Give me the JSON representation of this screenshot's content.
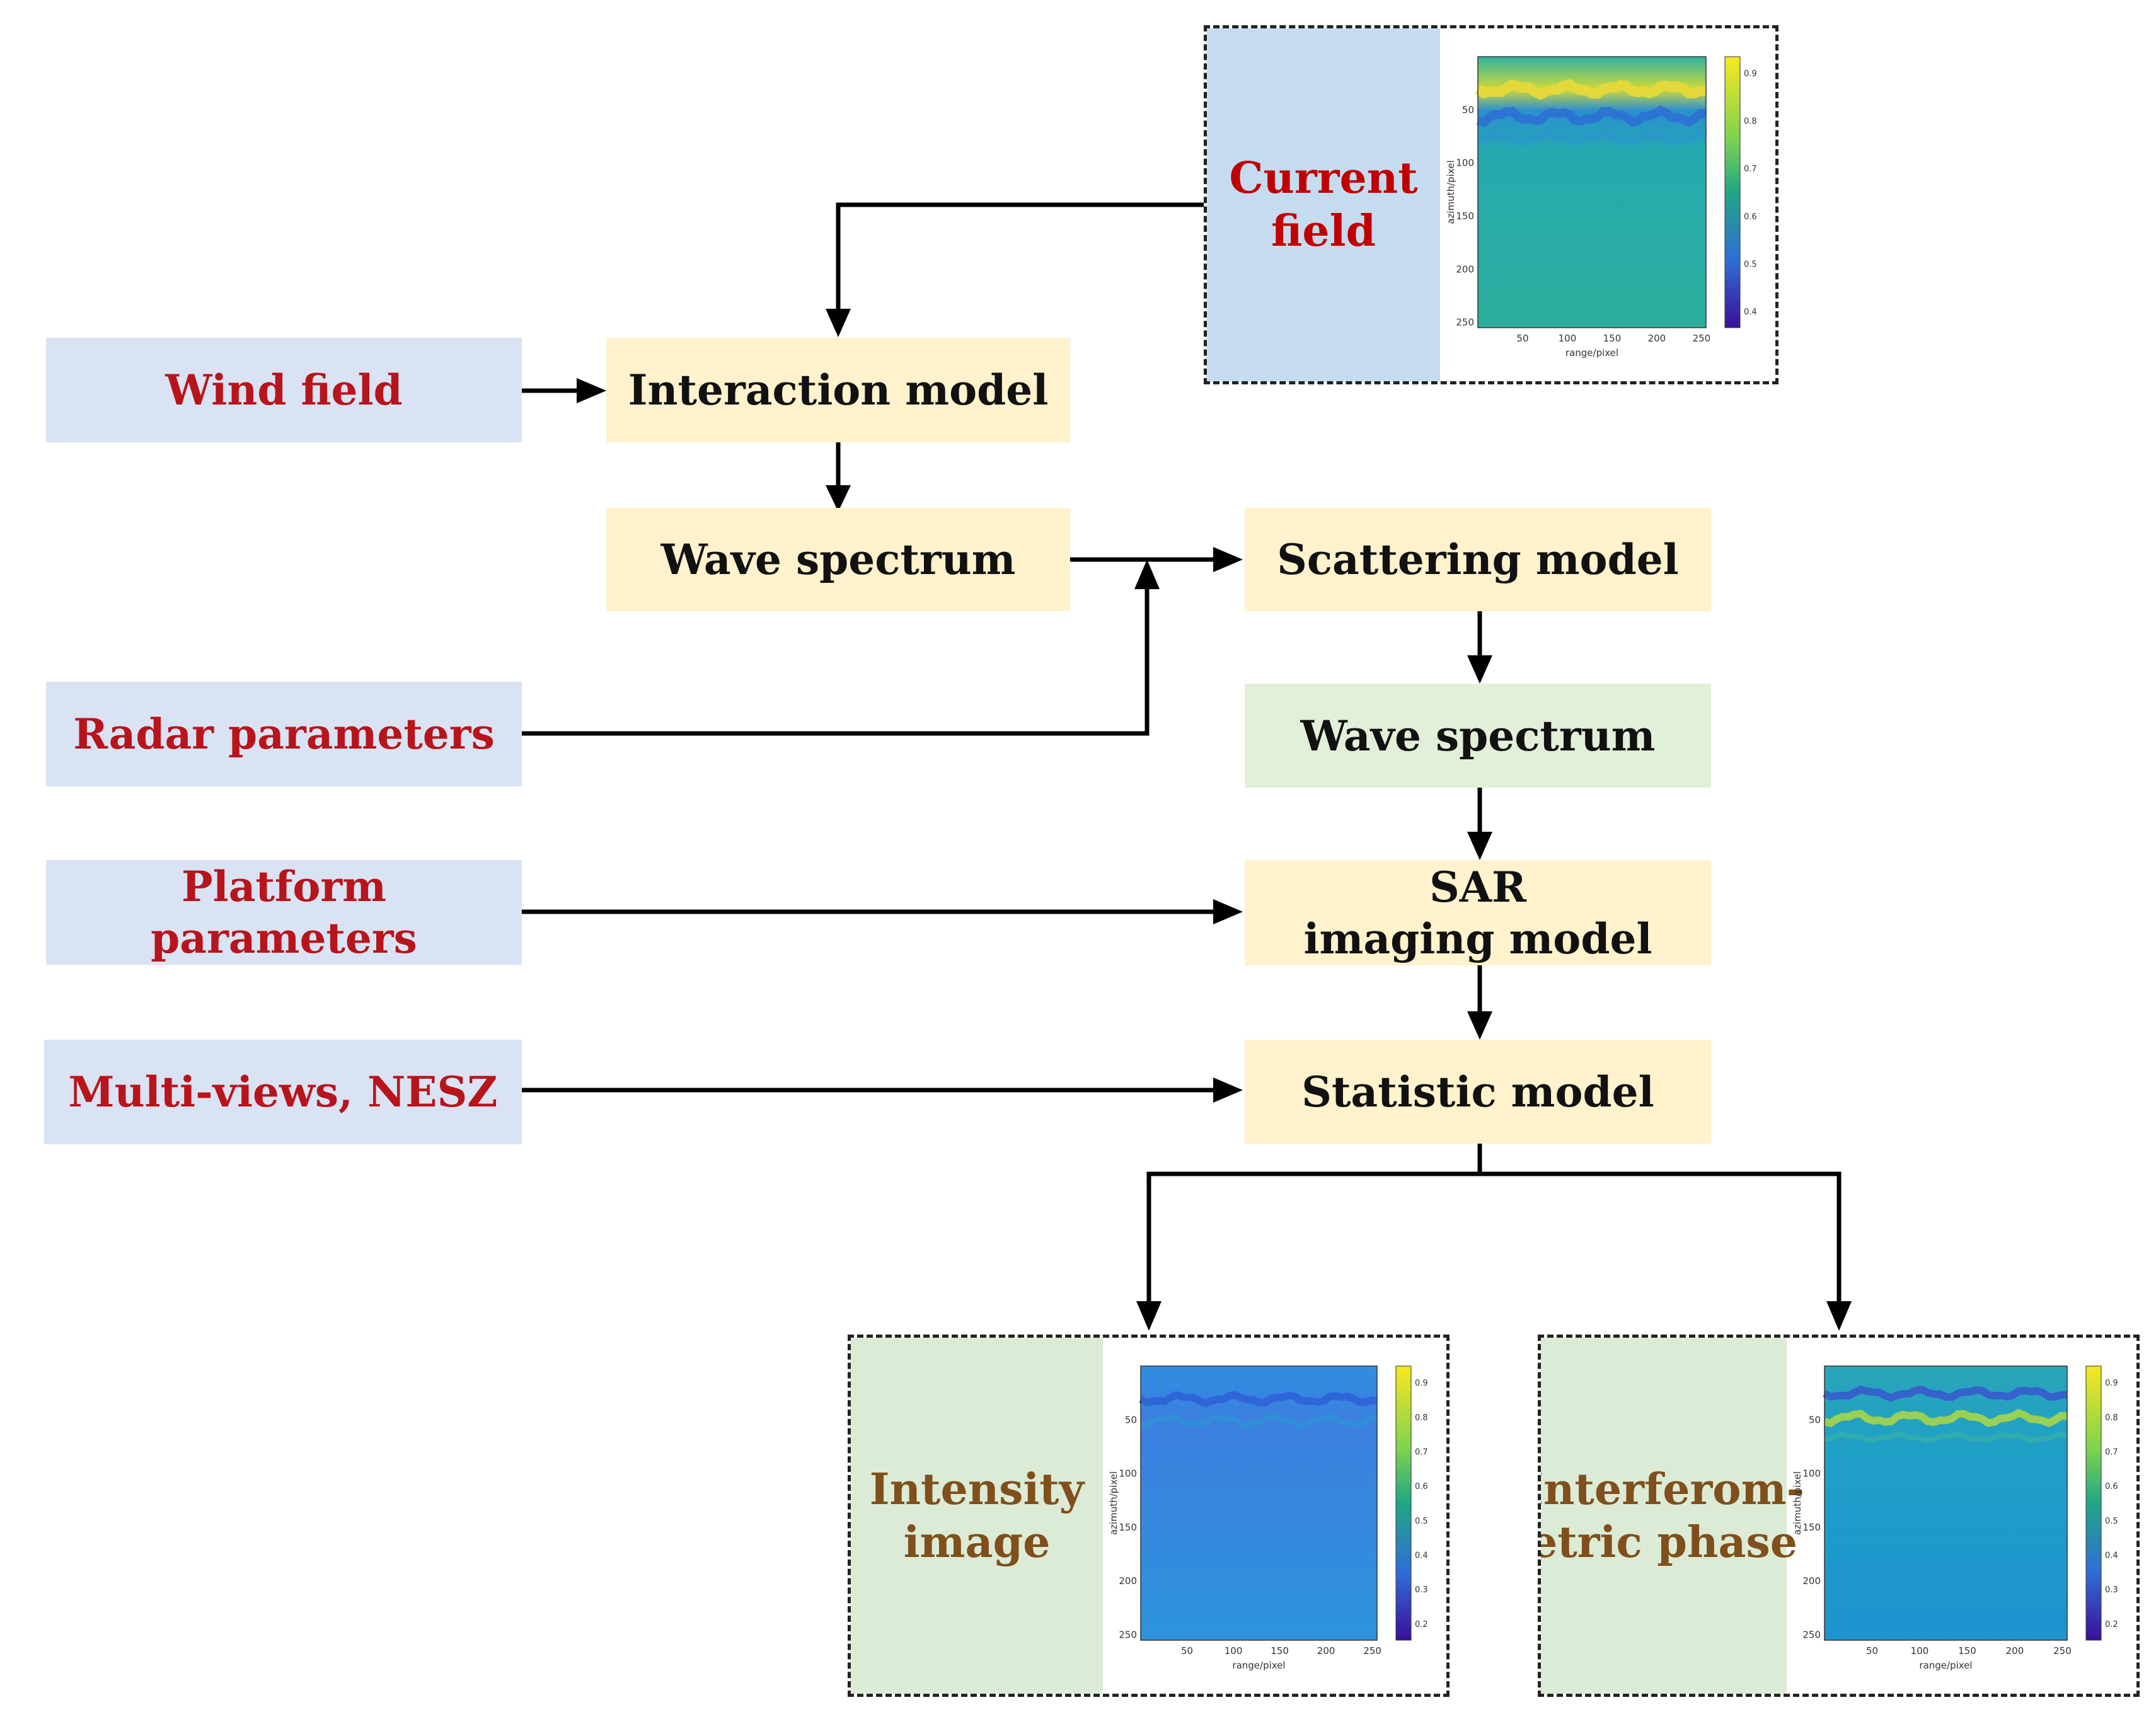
{
  "inputs": {
    "wind_field": "Wind field",
    "radar_parameters": "Radar parameters",
    "platform_parameters": "Platform parameters",
    "multi_views": "Multi-views, NESZ"
  },
  "models": {
    "interaction": "Interaction model",
    "wave_spectrum_1": "Wave spectrum",
    "scattering": "Scattering model",
    "wave_spectrum_2": "Wave spectrum",
    "sar_line1": "SAR",
    "sar_line2": "imaging model",
    "statistic": "Statistic model"
  },
  "panels": {
    "current": {
      "line1": "Current",
      "line2": "field",
      "color": "#c00000"
    },
    "intensity": {
      "line1": "Intensity",
      "line2": "image",
      "color": "#7f4f1c"
    },
    "phase": {
      "line1": "Interferom-",
      "line2": "etric phase",
      "color": "#7f4f1c"
    }
  },
  "plot_axes": {
    "xlabel": "range/pixel",
    "ylabel": "azimuth/pixel",
    "xticks": [
      "50",
      "100",
      "150",
      "200",
      "250"
    ],
    "yticks": [
      "50",
      "100",
      "150",
      "200",
      "250"
    ]
  },
  "colorbars": {
    "current": [
      "0.9",
      "0.8",
      "0.7",
      "0.6",
      "0.5",
      "0.4"
    ],
    "intensity": [
      "0.9",
      "0.8",
      "0.7",
      "0.6",
      "0.5",
      "0.4",
      "0.3",
      "0.2"
    ],
    "phase": [
      "0.9",
      "0.8",
      "0.7",
      "0.6",
      "0.5",
      "0.4",
      "0.3",
      "0.2"
    ]
  },
  "colors": {
    "input_fill": "#dae3f3",
    "model_fill": "#fff2cc",
    "green_fill": "#e2efd9",
    "input_text": "#b8141c",
    "arrow": "#000000"
  }
}
